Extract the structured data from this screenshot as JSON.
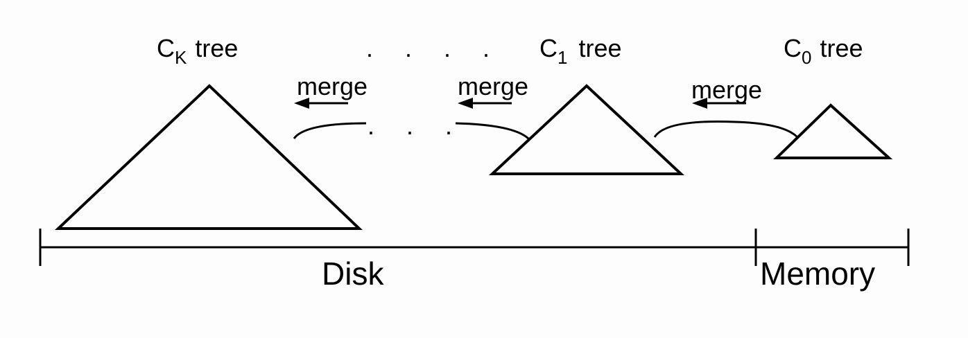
{
  "trees": [
    {
      "name": "ck",
      "base": "C",
      "sub": "K",
      "suffix": "tree"
    },
    {
      "name": "c1",
      "base": "C",
      "sub": "1",
      "suffix": "tree"
    },
    {
      "name": "c0",
      "base": "C",
      "sub": "0",
      "suffix": "tree"
    }
  ],
  "merge_labels": [
    "merge",
    "merge",
    "merge"
  ],
  "ellipsis_top": ". . . .",
  "ellipsis_mid": ". . .",
  "regions": {
    "disk": "Disk",
    "memory": "Memory"
  },
  "colors": {
    "stroke": "#000000",
    "background": "#fdfdfd"
  }
}
